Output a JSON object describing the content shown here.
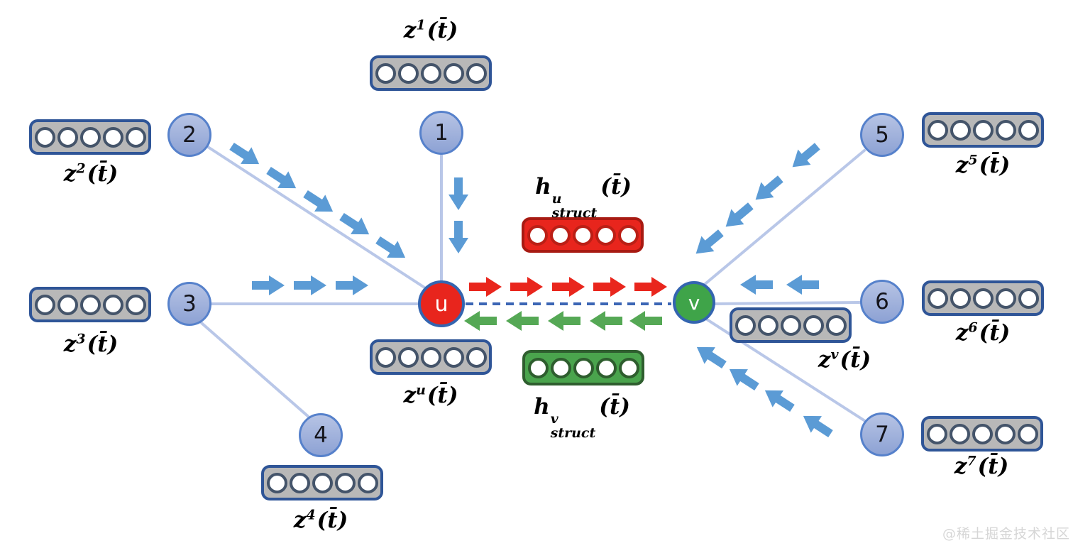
{
  "diagram": {
    "description": "Temporal graph with center nodes u and v, neighbor nodes 1-7, per-node embedding vectors z(t̄) and structural message embeddings h_struct(t̄)",
    "embedding_vector_cells": 5
  },
  "nodes": {
    "u": {
      "label": "u"
    },
    "v": {
      "label": "v"
    },
    "neighbors": [
      {
        "label": "1"
      },
      {
        "label": "2"
      },
      {
        "label": "3"
      },
      {
        "label": "4"
      },
      {
        "label": "5"
      },
      {
        "label": "6"
      },
      {
        "label": "7"
      }
    ]
  },
  "labels": {
    "z1": {
      "base": "z",
      "sup": "1",
      "arg": "(t̄)"
    },
    "z2": {
      "base": "z",
      "sup": "2",
      "arg": "(t̄)"
    },
    "z3": {
      "base": "z",
      "sup": "3",
      "arg": "(t̄)"
    },
    "z4": {
      "base": "z",
      "sup": "4",
      "arg": "(t̄)"
    },
    "z5": {
      "base": "z",
      "sup": "5",
      "arg": "(t̄)"
    },
    "z6": {
      "base": "z",
      "sup": "6",
      "arg": "(t̄)"
    },
    "z7": {
      "base": "z",
      "sup": "7",
      "arg": "(t̄)"
    },
    "zu": {
      "base": "z",
      "sup": "u",
      "arg": "(t̄)"
    },
    "zv": {
      "base": "z",
      "sup": "v",
      "arg": "(t̄)"
    },
    "hu": {
      "base": "h",
      "sup": "u",
      "sub": "struct",
      "arg": "(t̄)"
    },
    "hv": {
      "base": "h",
      "sup": "v",
      "sub": "struct",
      "arg": "(t̄)"
    }
  },
  "edges": [
    {
      "from": "1",
      "to": "u",
      "flow": "blue",
      "arrows": 2
    },
    {
      "from": "2",
      "to": "u",
      "flow": "blue",
      "arrows": 5
    },
    {
      "from": "3",
      "to": "u",
      "flow": "blue",
      "arrows": 3
    },
    {
      "from": "3",
      "to": "4",
      "flow": "none",
      "arrows": 0
    },
    {
      "from": "5",
      "to": "v",
      "flow": "blue",
      "arrows": 4
    },
    {
      "from": "6",
      "to": "v",
      "flow": "blue",
      "arrows": 2
    },
    {
      "from": "7",
      "to": "v",
      "flow": "blue",
      "arrows": 4
    },
    {
      "from": "u",
      "to": "v",
      "flow": "red",
      "arrows": 5,
      "style": "dashed"
    },
    {
      "from": "v",
      "to": "u",
      "flow": "green",
      "arrows": 5,
      "style": "dashed"
    }
  ],
  "watermark": "@稀土掘金技术社区",
  "colors": {
    "node_border": "#5681cb",
    "uv_border": "#3465b0",
    "node_u_fill": "#e8251d",
    "node_v_fill": "#3fa449",
    "vec_fill": "#b8b8b8",
    "vec_border": "#2f5597",
    "cell_ring": "#44546a",
    "hu_fill": "#e8251d",
    "hu_border": "#a81a12",
    "hu_ring": "#bb1f16",
    "hv_fill": "#4aa44d",
    "hv_border": "#2f5e2f",
    "hv_ring": "#2e5d2e",
    "arrow_blue": "#5b9bd5",
    "arrow_red": "#e9261d",
    "arrow_green": "#55a855",
    "edge_line": "#b9c7e8",
    "dash_blue": "#3c66b5",
    "watermark_color": "#d6d6d6"
  }
}
